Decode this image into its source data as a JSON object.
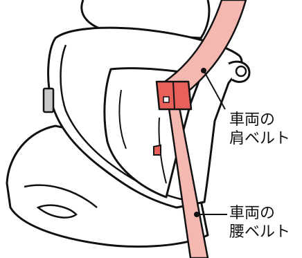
{
  "callouts": {
    "shoulder_belt": {
      "line1": "車両の",
      "line2": "肩ベルト"
    },
    "lap_belt": {
      "line1": "車両の",
      "line2": "腰ベルト"
    }
  },
  "colors": {
    "belt": "#f4b8b0",
    "clip": "#e8605a",
    "outline": "#111111",
    "buckle_tab": "#c8c8c8"
  }
}
